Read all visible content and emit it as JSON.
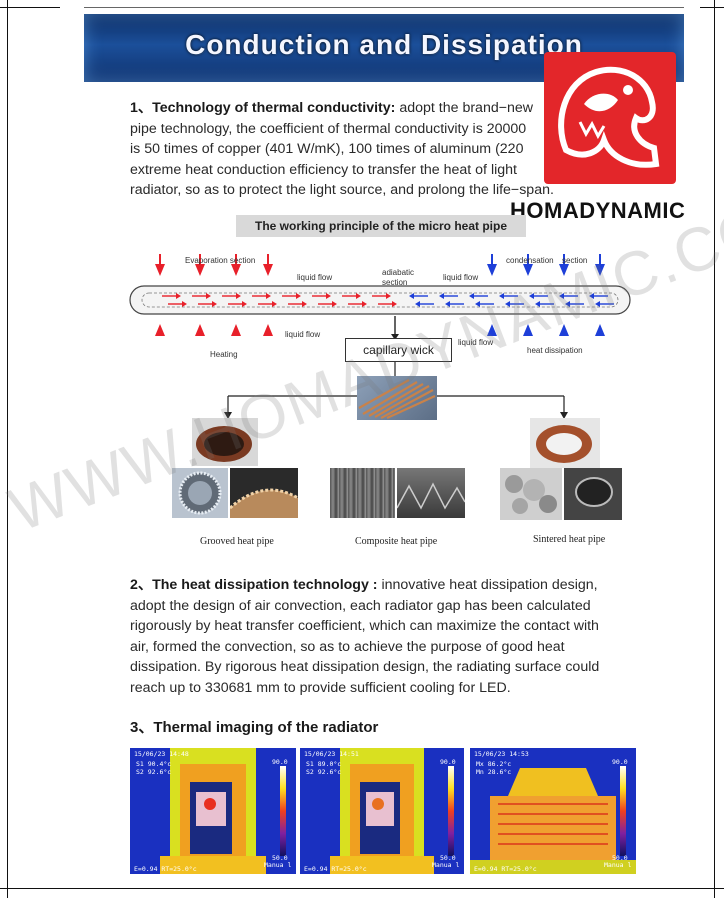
{
  "title": "Conduction and Dissipation",
  "logo": {
    "text": "HOMADYNAMIC",
    "brand_color": "#e3262a"
  },
  "section1": {
    "heading": "1、Technology of thermal conductivity:",
    "line1_rest": " adopt the brand−new",
    "line2": "pipe technology, the coefficient of thermal conductivity is 20000",
    "line3": "is 50 times of copper (401 W/mK), 100 times of aluminum (220",
    "line4": "extreme heat conduction efficiency to transfer the heat of light",
    "line5": "radiator, so as to protect the light source, and prolong the life−span."
  },
  "diagram": {
    "title": "The working principle of the micro heat pipe",
    "labels": {
      "evaporation": "Evaporation  section",
      "liquid_flow_1": "liquid flow",
      "adiabatic": "adiabatic",
      "adiabatic_section": "section",
      "liquid_flow_2": "liquid flow",
      "condensation": "condensation",
      "condensation_section": "section",
      "liquid_flow_3": "liquid flow",
      "liquid_flow_4": "liquid flow",
      "heating": "Heating",
      "heat_dissipation": "heat dissipation"
    },
    "wick": "capillary wick",
    "captions": [
      "Grooved heat pipe",
      "Composite heat pipe",
      "Sintered heat pipe"
    ],
    "colors": {
      "hot": "#e8202a",
      "cold": "#1e3fd8"
    }
  },
  "section2": {
    "heading": "2、The heat dissipation technology :",
    "line1_rest": " innovative heat dissipation design,",
    "line2": "adopt the design of air convection, each radiator gap has been calculated",
    "line3": "rigorously by heat transfer coefficient, which can maximize the contact with",
    "line4": "air, formed the convection, so as to achieve the purpose of good heat",
    "line5": "dissipation. By rigorous heat dissipation design, the radiating surface could",
    "line6": "reach up to 330681 mm to provide sufficient cooling for LED."
  },
  "section3": {
    "heading": "3、Thermal imaging of the radiator"
  },
  "thermal": [
    {
      "time": "15/06/23 14:48",
      "r1": "S1  90.4°c",
      "r2": "S2  92.6°c",
      "max": "90.0",
      "min": "50.0",
      "mode": "Manua l",
      "foot": "E=0.94 RT=25.0°c"
    },
    {
      "time": "15/06/23 14:51",
      "r1": "S1  89.0°c",
      "r2": "S2  92.6°c",
      "max": "90.0",
      "min": "50.0",
      "mode": "Manua l",
      "foot": "E=0.94 RT=25.0°c"
    },
    {
      "time": "15/06/23 14:53",
      "r1": "Mx  86.2°c",
      "r2": "Mn  28.6°c",
      "max": "90.0",
      "min": "50.0",
      "mode": "Manua l",
      "foot": "E=0.94 RT=25.0°c"
    }
  ],
  "watermark": "WWW.HOMADYNAMIC.COM"
}
